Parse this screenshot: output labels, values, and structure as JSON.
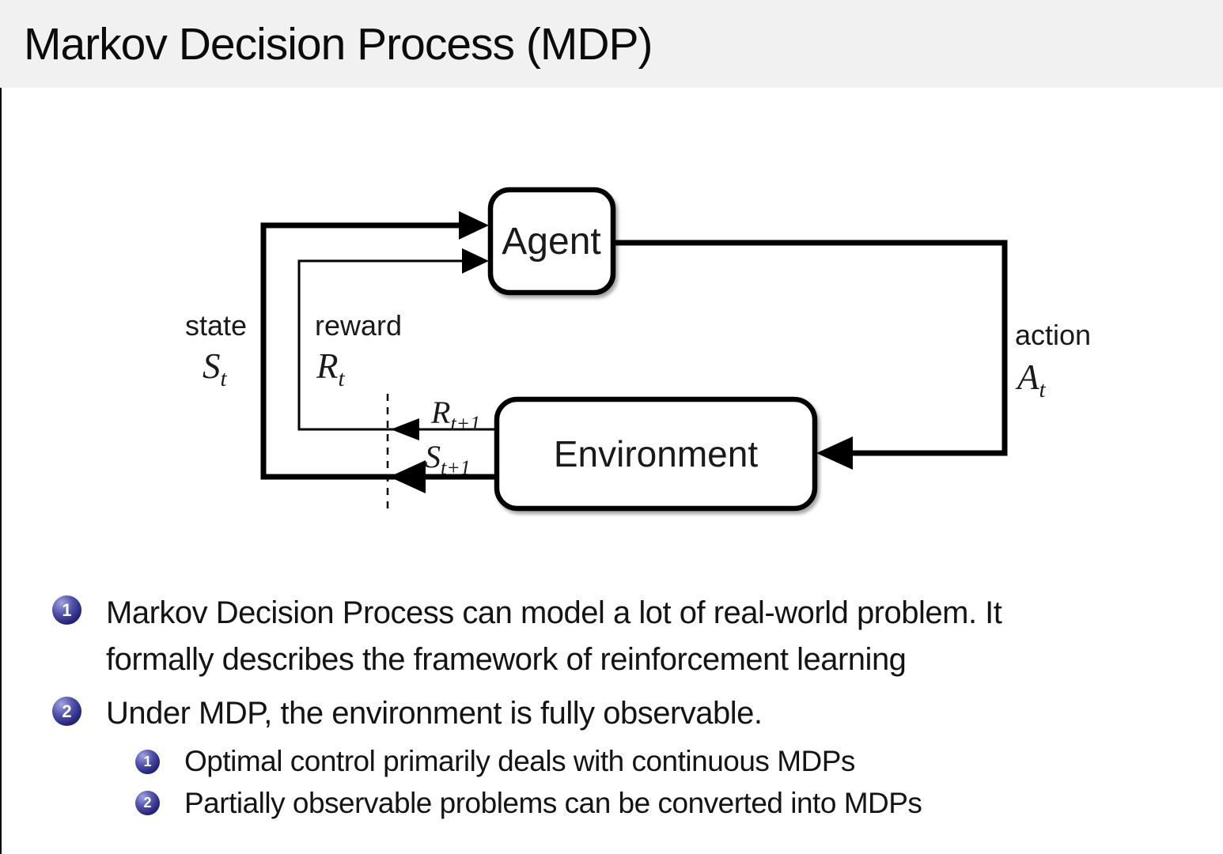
{
  "title": "Markov Decision Process (MDP)",
  "diagram": {
    "agent_label": "Agent",
    "environment_label": "Environment",
    "state": {
      "label": "state",
      "symbol": "S",
      "sub": "t"
    },
    "reward": {
      "label": "reward",
      "symbol": "R",
      "sub": "t"
    },
    "next_reward": {
      "symbol": "R",
      "sub": "t+1"
    },
    "next_state": {
      "symbol": "S",
      "sub": "t+1"
    },
    "action": {
      "label": "action",
      "symbol": "A",
      "sub": "t"
    }
  },
  "bullets": [
    {
      "number": "1",
      "lines": [
        "Markov Decision Process can model a lot of real-world problem. It",
        "formally describes the framework of reinforcement learning"
      ]
    },
    {
      "number": "2",
      "lines": [
        "Under MDP, the environment is fully observable."
      ],
      "sub": [
        {
          "number": "1",
          "text": "Optimal control primarily deals with continuous MDPs"
        },
        {
          "number": "2",
          "text": "Partially observable problems can be converted into MDPs"
        }
      ]
    }
  ],
  "colors": {
    "title_bar_bg": "#f1f1f2",
    "diagram_stroke": "#000000",
    "bullet_ball_dark": "#111158",
    "bullet_ball_light": "#a2a2e2",
    "body_text": "#141414"
  }
}
